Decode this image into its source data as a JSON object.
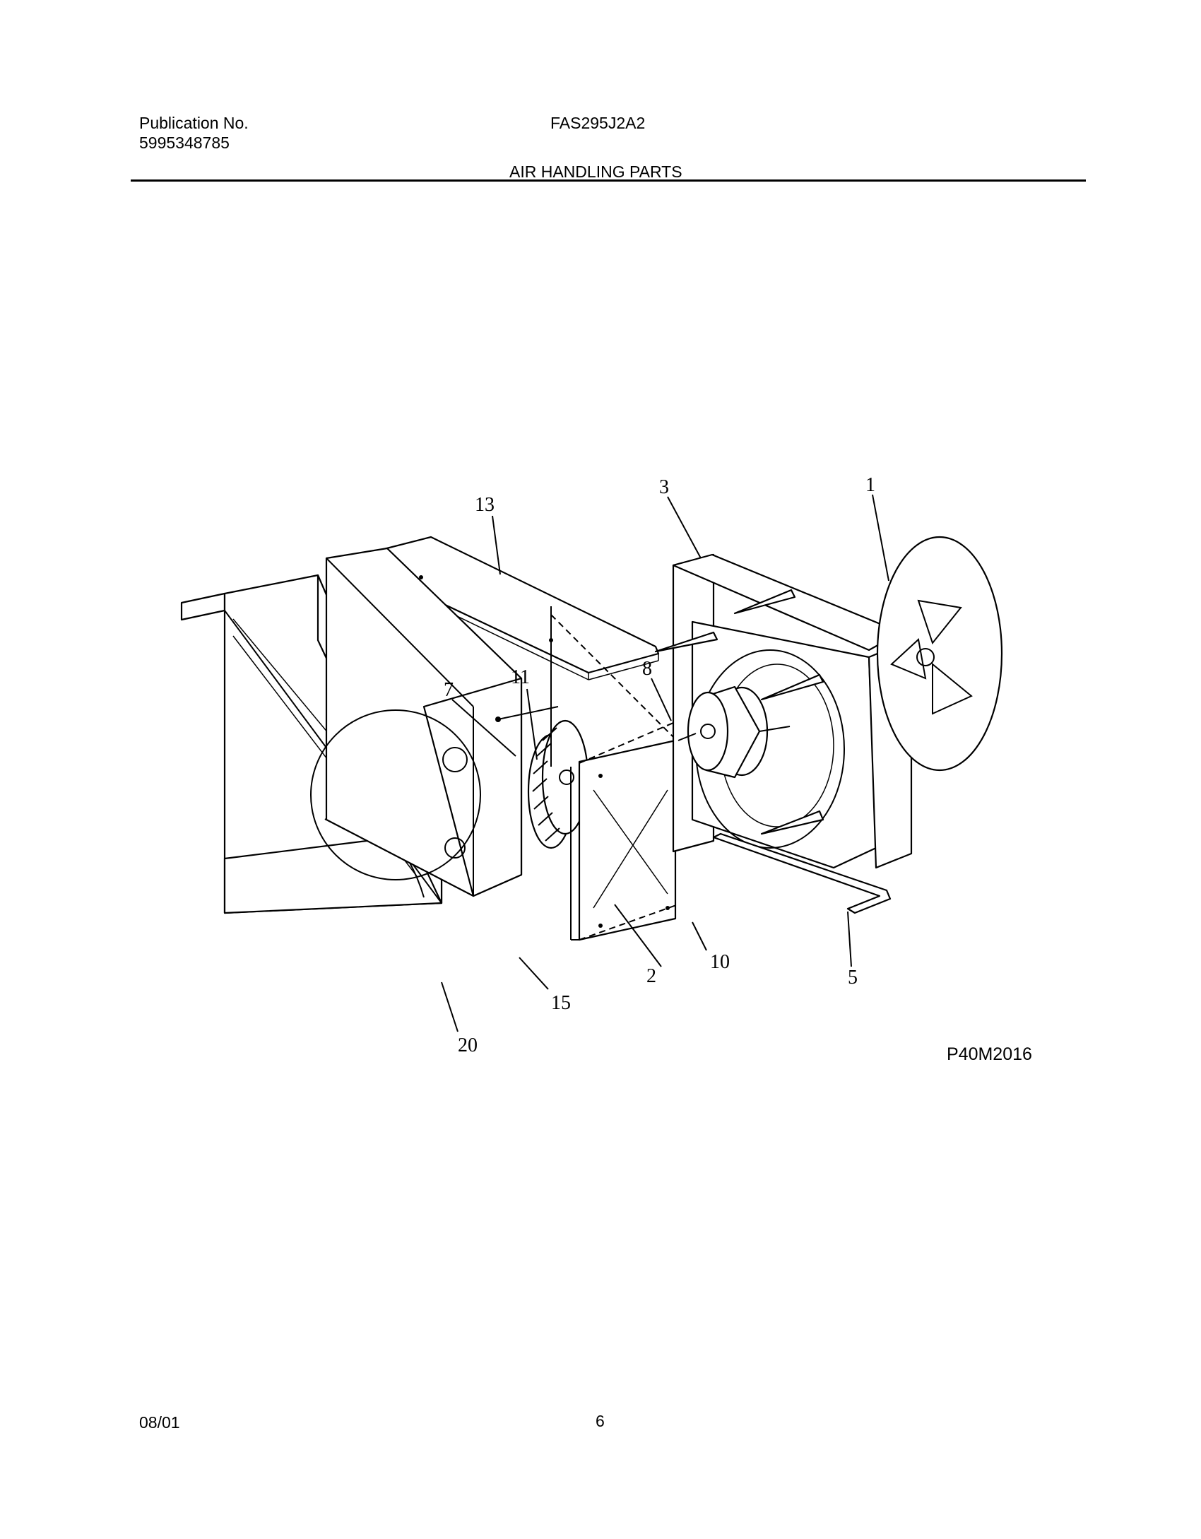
{
  "header": {
    "publication_label": "Publication No.",
    "publication_number": "5995348785",
    "model": "FAS295J2A2",
    "section_title": "AIR HANDLING PARTS"
  },
  "diagram": {
    "figure_id": "P40M2016",
    "callouts": [
      "1",
      "2",
      "3",
      "5",
      "7",
      "8",
      "10",
      "11",
      "13",
      "15",
      "20"
    ]
  },
  "footer": {
    "date": "08/01",
    "page_number": "6"
  }
}
